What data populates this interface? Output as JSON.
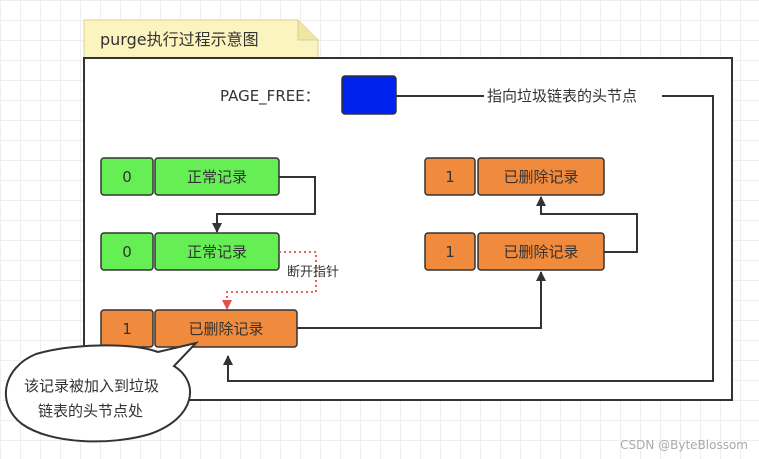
{
  "title": "purge执行过程示意图",
  "page_free": {
    "label": "PAGE_FREE：",
    "annotation": "指向垃圾链表的头节点"
  },
  "left_chain": [
    {
      "num": "0",
      "text": "正常记录"
    },
    {
      "num": "0",
      "text": "正常记录"
    },
    {
      "num": "1",
      "text": "已删除记录"
    }
  ],
  "right_chain": [
    {
      "num": "1",
      "text": "已删除记录"
    },
    {
      "num": "1",
      "text": "已删除记录"
    }
  ],
  "break_label": "断开指针",
  "bubble": {
    "line1": "该记录被加入到垃圾",
    "line2": "链表的头节点处"
  },
  "watermark": "CSDN @ByteBlossom",
  "colors": {
    "green": "#66ee55",
    "orange": "#f08a3c",
    "blue": "#0022ee",
    "note": "#fbf4bf",
    "dashed": "#e05050"
  }
}
